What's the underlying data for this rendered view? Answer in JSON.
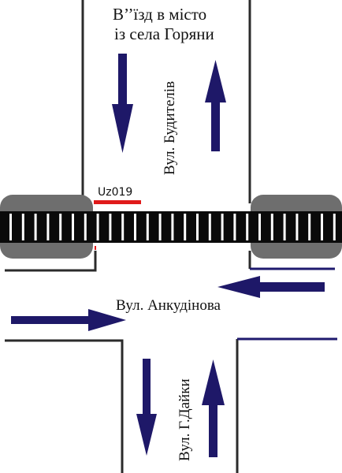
{
  "labels": {
    "entry_line1": "В’’їзд в місто",
    "entry_line2": "із села Горяни",
    "street_budyteliv": "Вул. Будителів",
    "street_ankudinova": "Вул. Анкудінова",
    "street_dayky": "Вул. Г.Дайки",
    "crossing_code": "Uz019"
  },
  "colors": {
    "road_edge": "#2b2b2b",
    "road_edge_blue": "#1f1a6e",
    "arrow": "#1e1868",
    "rail_bed": "#0a0a0a",
    "rail_ties": "#ffffff",
    "barrier_pad": "#6e6e6e",
    "code_marker": "#e01a1a"
  },
  "icons": {
    "arrows": [
      "arrow-down-icon",
      "arrow-up-icon",
      "arrow-left-icon",
      "arrow-right-icon",
      "arrow-down-icon",
      "arrow-up-icon"
    ],
    "crossing": "railway-crossing"
  }
}
